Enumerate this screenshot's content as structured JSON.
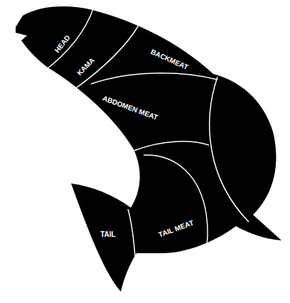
{
  "diagram": {
    "labels": [
      "HEAD",
      "KAMA",
      "BACKMEAT",
      "ABDOMEN MEAT",
      "TAIL",
      "TAIL MEAT"
    ]
  }
}
